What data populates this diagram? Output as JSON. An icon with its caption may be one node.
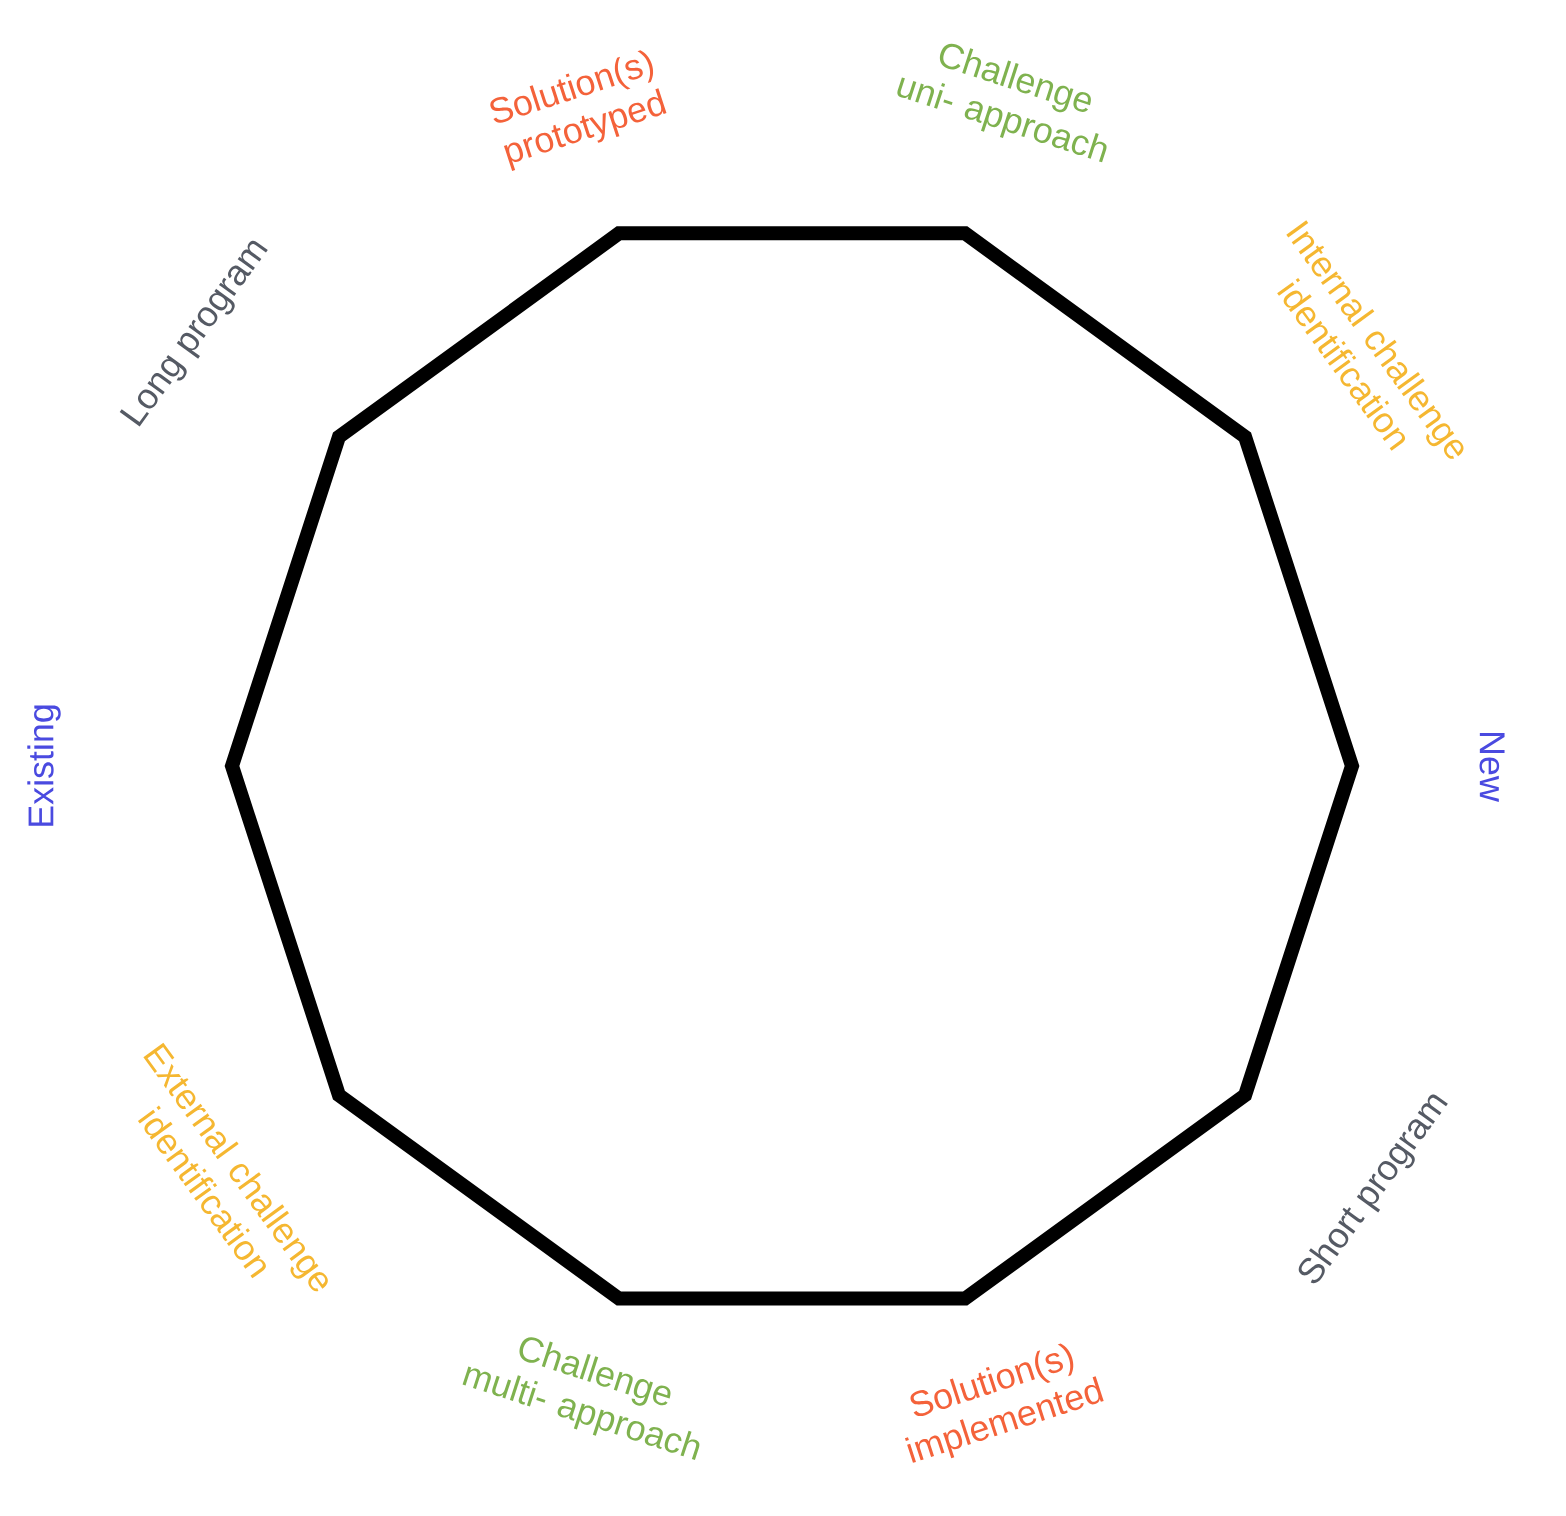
{
  "diagram": {
    "nodes": [
      {
        "text": [],
        "shape": "decagon"
      }
    ],
    "labels": [
      "Solution(s) prototyped",
      "Challenge uni- approach",
      "Long program",
      "Internal challenge identification",
      "Existing",
      "New",
      "External challenge identification",
      "Short program",
      "Challenge multi- approach",
      "Solution(s) implemented"
    ]
  }
}
